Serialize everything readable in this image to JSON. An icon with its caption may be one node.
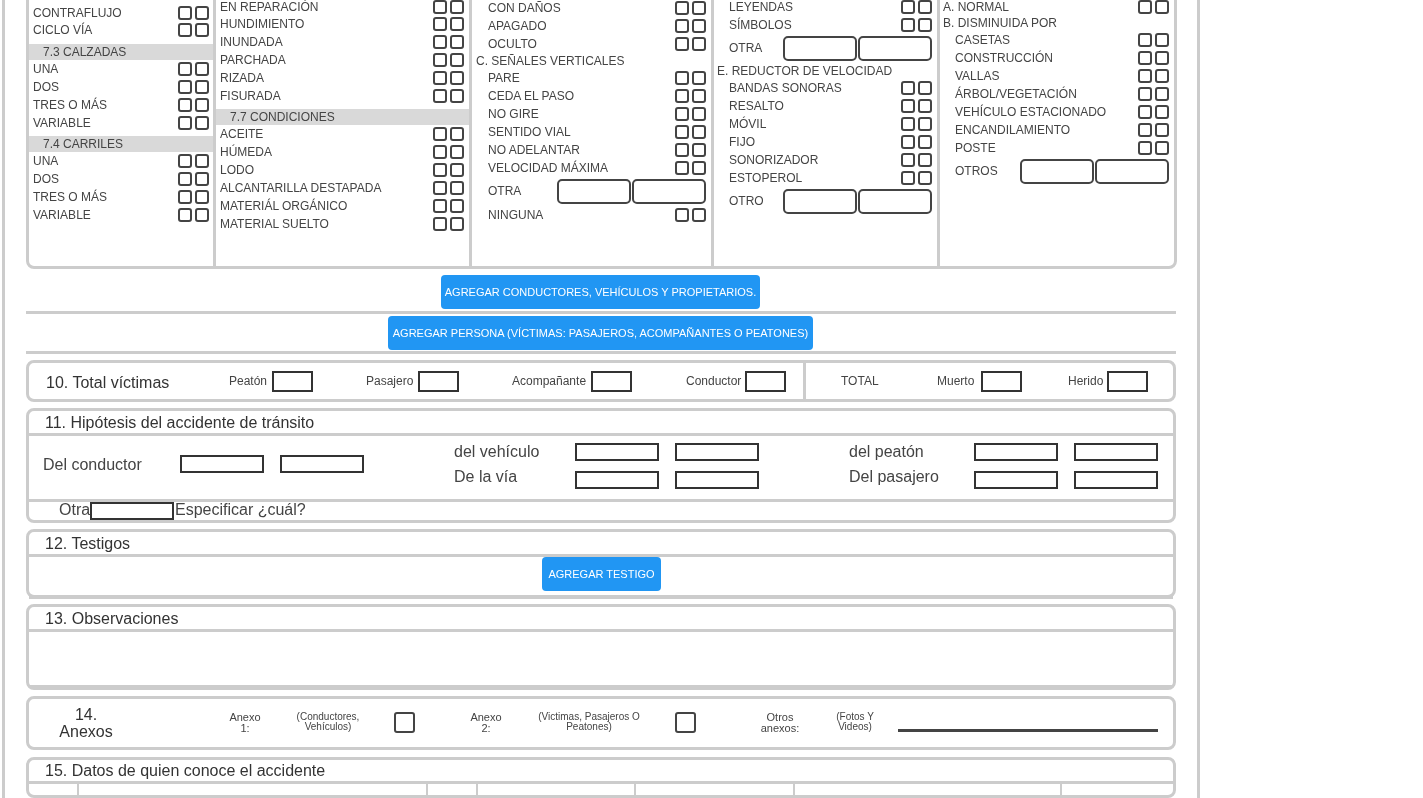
{
  "diagram": {
    "nodes": [
      {
        "text": [
          "AGREGAR CONDUCTORES, VEHÍCULOS Y PROPIETARIOS."
        ]
      },
      {
        "text": [
          "AGREGAR PERSONA (VÍCTIMAS: PASAJEROS, ACOMPAÑANTES O PEATONES)"
        ]
      },
      {
        "text": [
          "10. Total víctimas"
        ]
      },
      {
        "text": [
          "11. Hipótesis del accidente de tránsito"
        ]
      },
      {
        "text": [
          "12. Testigos"
        ]
      },
      {
        "text": [
          "AGREGAR TESTIGO"
        ],
        "in": 4
      },
      {
        "text": [
          "13. Observaciones"
        ]
      },
      {
        "text": [
          "14. Anexos"
        ]
      },
      {
        "text": [
          "15. Datos de quien conoce el accidente"
        ]
      }
    ],
    "labels": [
      "CONTRAFLUJO",
      "CICLO VÍA",
      "7.3 CALZADAS",
      "UNA",
      "DOS",
      "TRES O MÁS",
      "VARIABLE",
      "7.4 CARRILES",
      "UNA",
      "DOS",
      "TRES O MÁS",
      "VARIABLE",
      "EN REPARACIÓN",
      "HUNDIMIENTO",
      "INUNDADA",
      "PARCHADA",
      "RIZADA",
      "FISURADA",
      "7.7 CONDICIONES",
      "ACEITE",
      "HÚMEDA",
      "LODO",
      "ALCANTARILLA DESTAPADA",
      "MATERIÁL ORGÁNICO",
      "MATERIAL SUELTO",
      "CON DAÑOS",
      "APAGADO",
      "OCULTO",
      "C. SEÑALES VERTICALES",
      "PARE",
      "CEDA EL PASO",
      "NO GIRE",
      "SENTIDO VIAL",
      "NO ADELANTAR",
      "VELOCIDAD MÁXIMA",
      "OTRA",
      "NINGUNA",
      "LEYENDAS",
      "SÍMBOLOS",
      "OTRA",
      "E. REDUCTOR DE VELOCIDAD",
      "BANDAS SONORAS",
      "RESALTO",
      "MÓVIL",
      "FIJO",
      "SONORIZADOR",
      "ESTOPEROL",
      "OTRO",
      "A. NORMAL",
      "B. DISMINUIDA POR",
      "CASETAS",
      "CONSTRUCCIÓN",
      "VALLAS",
      "ÁRBOL/VEGETACIÓN",
      "VEHÍCULO ESTACIONADO",
      "ENCANDILAMIENTO",
      "POSTE",
      "OTROS",
      "Peatón",
      "Pasajero",
      "Acompañante",
      "Conductor",
      "TOTAL",
      "Muerto",
      "Herido",
      "Del conductor",
      "del vehículo",
      "De la vía",
      "del peatón",
      "Del pasajero",
      "Otra",
      "Especificar ¿cuál?",
      "Anexo 1:",
      "(Conductores, Vehículos)",
      "Anexo 2:",
      "(Victimas, Pasajeros O Peatones)",
      "Otros anexos:",
      "(Fotos Y Videos)"
    ]
  }
}
